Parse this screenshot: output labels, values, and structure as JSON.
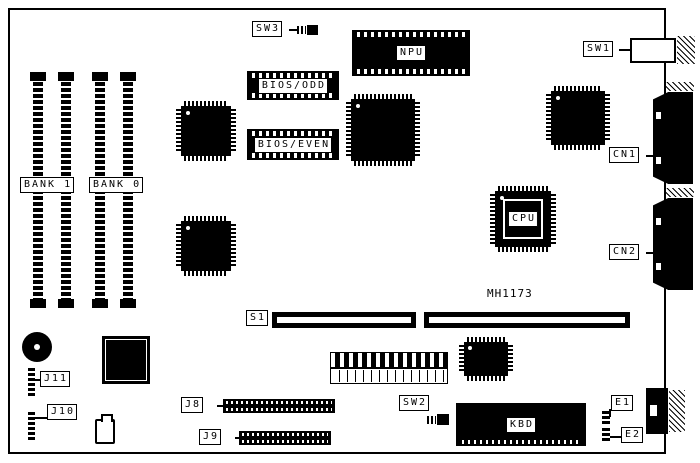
{
  "colors": {
    "ink": "#000000",
    "paper": "#ffffff"
  },
  "labels": {
    "bank1": "BANK 1",
    "bank0": "BANK 0",
    "sw3": "SW3",
    "npu": "NPU",
    "bios_odd": "BIOS/ODD",
    "bios_even": "BIOS/EVEN",
    "sw1": "SW1",
    "cn1": "CN1",
    "cpu": "CPU",
    "cn2": "CN2",
    "board_id": "MH1173",
    "s1": "S1",
    "j11": "J11",
    "j10": "J10",
    "j8": "J8",
    "j9": "J9",
    "sw2": "SW2",
    "kbd": "KBD",
    "e1": "E1",
    "e2": "E2"
  }
}
